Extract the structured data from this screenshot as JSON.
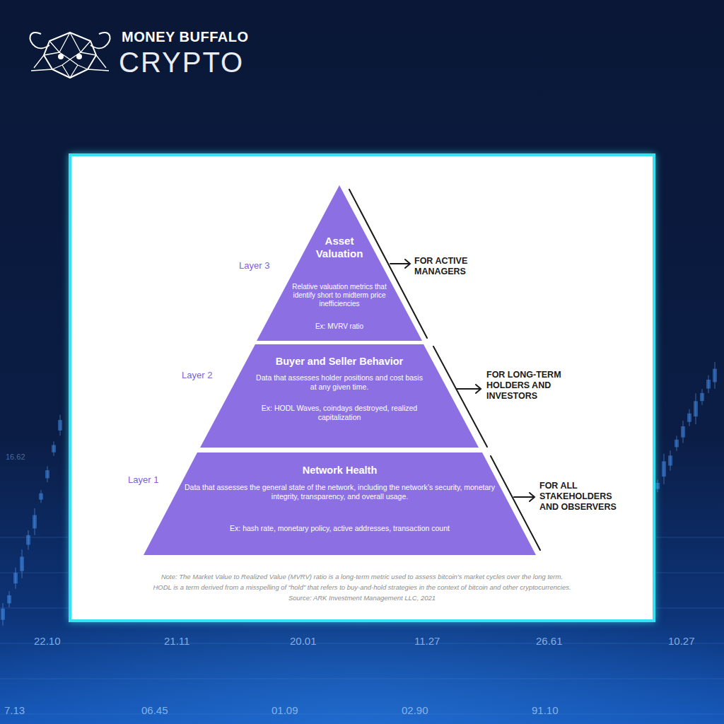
{
  "diagram": {
    "nodes": [
      {
        "text": [
          "Asset Valuation",
          "Relative valuation metrics that identify short to midterm price inefficiencies",
          "Ex: MVRV ratio"
        ]
      },
      {
        "text": [
          "Buyer and Seller Behavior",
          "Data that assesses holder positions and cost basis at any given time.",
          "Ex: HODL Waves, coindays destroyed, realized capitalization"
        ]
      },
      {
        "text": [
          "Network Health",
          "Data that assesses the general state of the network, including the network’s security, monetary integrity, transparency, and overall usage.",
          "Ex: hash rate, monetary policy, active addresses, transaction count"
        ]
      }
    ],
    "labels": [
      "MONEY BUFFALO",
      "CRYPTO",
      "Layer 3",
      "FOR ACTIVE MANAGERS",
      "Layer 2",
      "FOR LONG-TERM HOLDERS AND INVESTORS",
      "Layer 1",
      "FOR ALL STAKEHOLDERS AND OBSERVERS",
      "Note: The Market Value to Realized Value (MVRV) ratio is a long-term metric used to assess bitcoin’s market cycles over the long term.",
      "HODL is a term derived from a misspelling of “hold” that refers to buy-and-hold strategies in the context of bitcoin and other cryptocurrencies.",
      "Source: ARK Investment Management LLC, 2021",
      "16.62",
      "22.10",
      "21.11",
      "20.01",
      "11.27",
      "26.61",
      "10.27",
      "7.13",
      "06.45",
      "01.09",
      "02.90",
      "91.10"
    ]
  }
}
